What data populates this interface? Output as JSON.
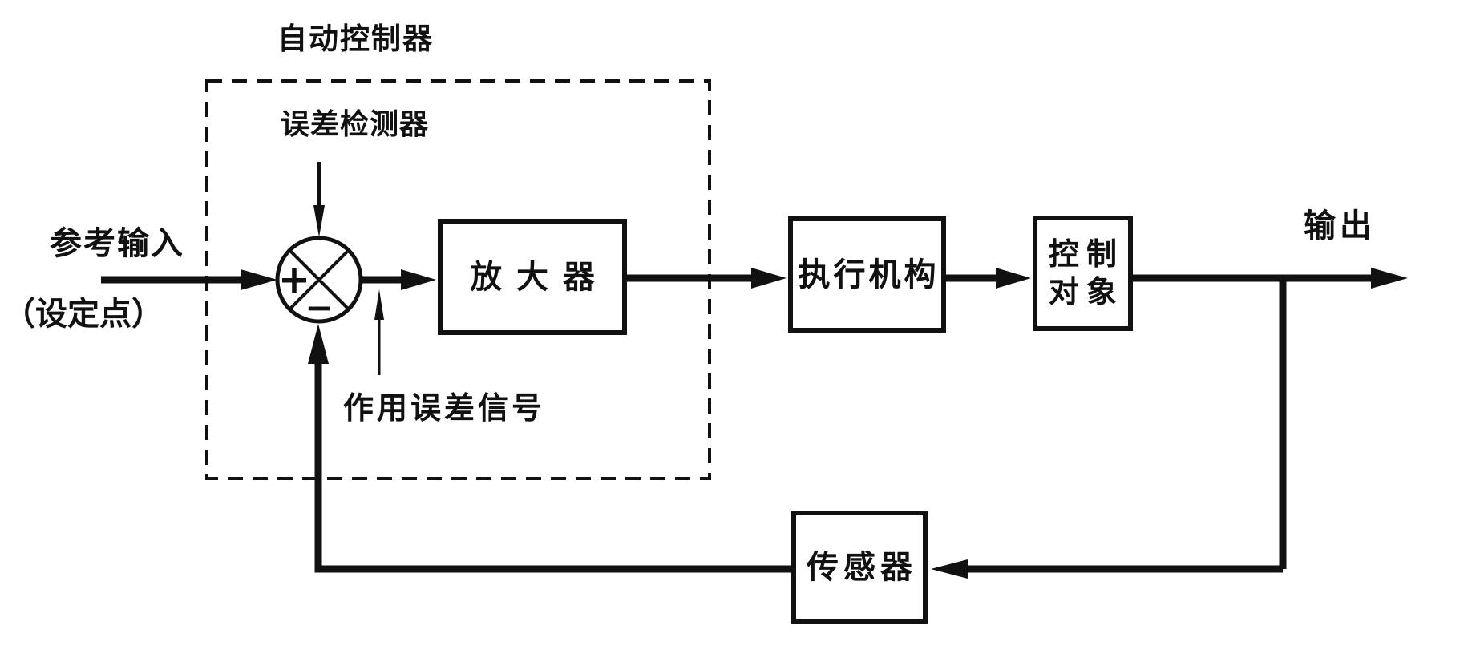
{
  "diagram": {
    "type": "feedback-control-block-diagram",
    "colors": {
      "ink": "#111111",
      "background": "#ffffff"
    },
    "labels": {
      "controller": "自动控制器",
      "error_detector": "误差检测器",
      "reference_input": "参考输入",
      "set_point": "（设定点）",
      "actuating_error_signal": "作用误差信号",
      "output": "输出"
    },
    "summing_junction": {
      "plus": "+",
      "minus": "−"
    },
    "blocks": {
      "amplifier": "放大器",
      "actuator": "执行机构",
      "plant_line1": "控制",
      "plant_line2": "对象",
      "sensor": "传感器"
    }
  }
}
